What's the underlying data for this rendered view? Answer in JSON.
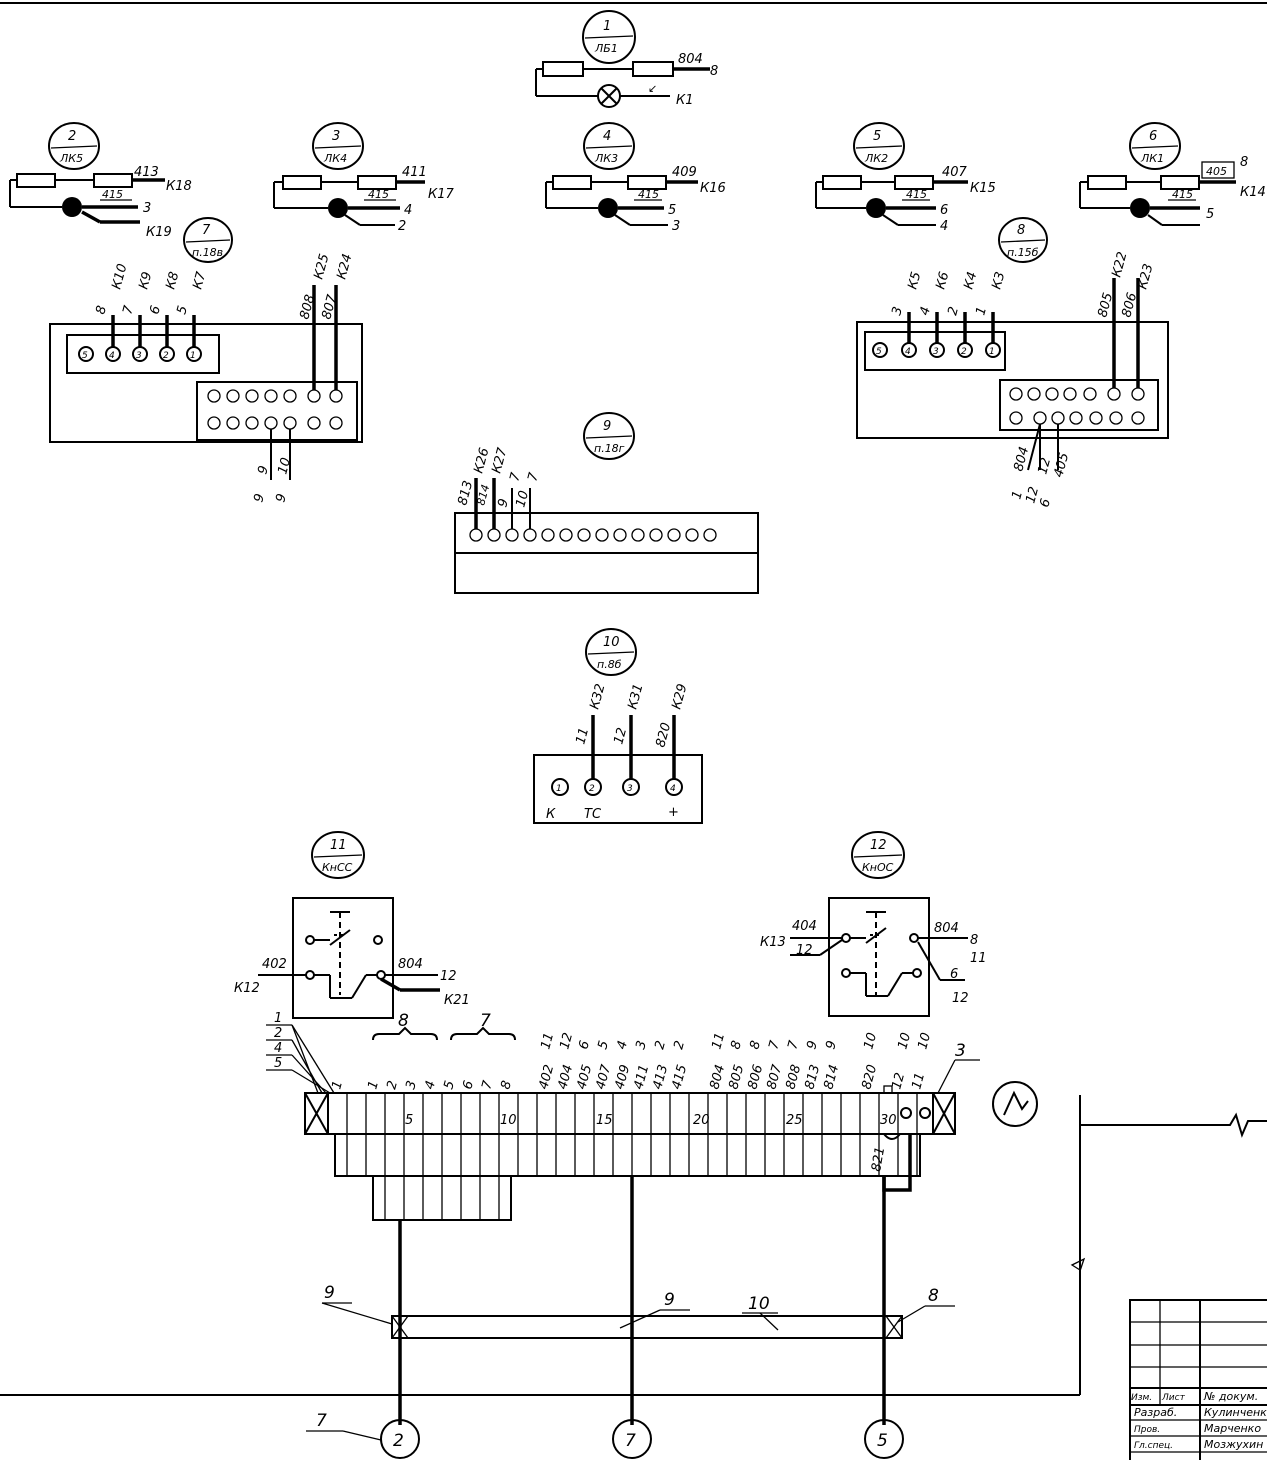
{
  "blocks": {
    "b1": {
      "num": "1",
      "code": "ЛБ1",
      "wire": "804",
      "term": "8",
      "kont": "К1"
    },
    "b2": {
      "num": "2",
      "code": "ЛК5",
      "wire_a": "413",
      "wire_b": "415",
      "kont_a": "К18",
      "kont_b": "К19",
      "term": "3"
    },
    "b3": {
      "num": "3",
      "code": "ЛК4",
      "wire_a": "411",
      "wire_b": "415",
      "kont": "К17",
      "term_a": "4",
      "term_b": "2"
    },
    "b4": {
      "num": "4",
      "code": "ЛК3",
      "wire_a": "409",
      "wire_b": "415",
      "kont": "К16",
      "term_a": "5",
      "term_b": "3"
    },
    "b5": {
      "num": "5",
      "code": "ЛК2",
      "wire_a": "407",
      "wire_b": "415",
      "kont": "К15",
      "term_a": "6",
      "term_b": "4"
    },
    "b6": {
      "num": "6",
      "code": "ЛК1",
      "wire_a": "405",
      "wire_b": "415",
      "kont": "К14",
      "term_a": "8",
      "term_b": "5"
    },
    "b7": {
      "num": "7",
      "code": "п.18в",
      "top_wires": [
        "8",
        "7",
        "6",
        "5"
      ],
      "top_konts": [
        "К10",
        "К9",
        "К8",
        "К7"
      ],
      "right_wires": [
        "808",
        "807"
      ],
      "right_konts": [
        "К25",
        "К24"
      ],
      "bottom_wires": [
        "9",
        "10"
      ],
      "bottom_terms": [
        "9",
        "9"
      ]
    },
    "b8": {
      "num": "8",
      "code": "п.15б",
      "top_wires": [
        "3",
        "4",
        "2",
        "1"
      ],
      "top_konts": [
        "К5",
        "К6",
        "К4",
        "К3"
      ],
      "right_wires": [
        "805",
        "806"
      ],
      "right_konts": [
        "К22",
        "К23"
      ],
      "bottom_wires": [
        "804",
        "12",
        "405"
      ],
      "bottom_terms": [
        "1",
        "12",
        "6"
      ]
    },
    "b9": {
      "num": "9",
      "code": "п.18г",
      "wires": [
        "813",
        "814",
        "9",
        "10"
      ],
      "konts": [
        "К26",
        "К27",
        "7",
        "7"
      ]
    },
    "b10": {
      "num": "10",
      "code": "п.8б",
      "wires": [
        "11",
        "12",
        "820"
      ],
      "konts": [
        "К32",
        "К31",
        "К29"
      ],
      "labels": [
        "К",
        "ТС",
        "+"
      ]
    },
    "b11": {
      "num": "11",
      "code": "КнСС",
      "wire_l": "402",
      "wire_r": "804",
      "kont_l": "К12",
      "kont_r": "К21",
      "term_r": "12"
    },
    "b12": {
      "num": "12",
      "code": "КнОС",
      "wire_l": "404",
      "wire_l2": "12",
      "kont_l": "К13",
      "wire_r": "804",
      "term_r1": "8",
      "term_r2": "11",
      "term_r3": "6",
      "term_r4": "12"
    }
  },
  "strip": {
    "legend": [
      "1",
      "2",
      "4",
      "5"
    ],
    "numbers": [
      "5",
      "10",
      "15",
      "20",
      "25",
      "30"
    ],
    "group_8": "8",
    "group_7": "7",
    "callout": "3",
    "bottom_label": "821",
    "top_labels": [
      "1",
      "1",
      "2",
      "3",
      "4",
      "5",
      "6",
      "7",
      "8",
      "402",
      "404",
      "405",
      "407",
      "409",
      "411",
      "413",
      "415",
      "804",
      "805",
      "806",
      "807",
      "808",
      "813",
      "814",
      "820",
      "12",
      "11"
    ],
    "outer_labels": [
      "11",
      "12",
      "6",
      "5",
      "4",
      "3",
      "2",
      "2",
      "11",
      "8",
      "8",
      "7",
      "7",
      "9",
      "9",
      "10",
      "10",
      "10"
    ],
    "harness": {
      "left": "9",
      "mid": "9",
      "mid2": "10",
      "right": "8"
    },
    "circles": [
      "2",
      "7",
      "5"
    ],
    "circle_lead": "7"
  },
  "table": {
    "row_labels": [
      "Изм.",
      "Лист",
      "№ докум.",
      "Разраб.",
      "Пров.",
      "Гл.спец."
    ],
    "names": [
      "Кулинченко",
      "Марченко",
      "Мозжухин"
    ]
  }
}
